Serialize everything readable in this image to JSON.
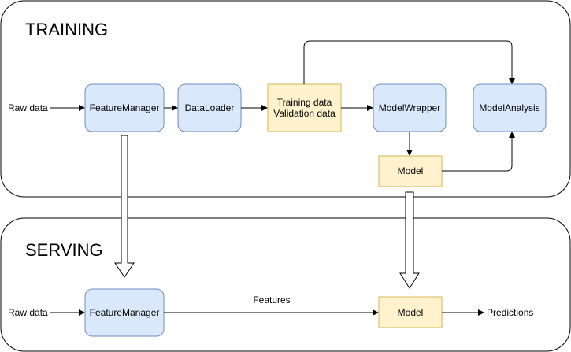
{
  "sections": {
    "training": "TRAINING",
    "serving": "SERVING"
  },
  "training": {
    "raw_data": "Raw data",
    "feature_manager": "FeatureManager",
    "data_loader": "DataLoader",
    "dataset_line1": "Training data",
    "dataset_line2": "Validation data",
    "model_wrapper": "ModelWrapper",
    "model_analysis": "ModelAnalysis",
    "model": "Model"
  },
  "serving": {
    "raw_data": "Raw data",
    "feature_manager": "FeatureManager",
    "features": "Features",
    "model": "Model",
    "predictions": "Predictions"
  },
  "colors": {
    "component_fill": "#dae8fc",
    "component_stroke": "#6c8ebf",
    "artifact_fill": "#fff2cc",
    "artifact_stroke": "#d6b656",
    "line": "#000000"
  }
}
